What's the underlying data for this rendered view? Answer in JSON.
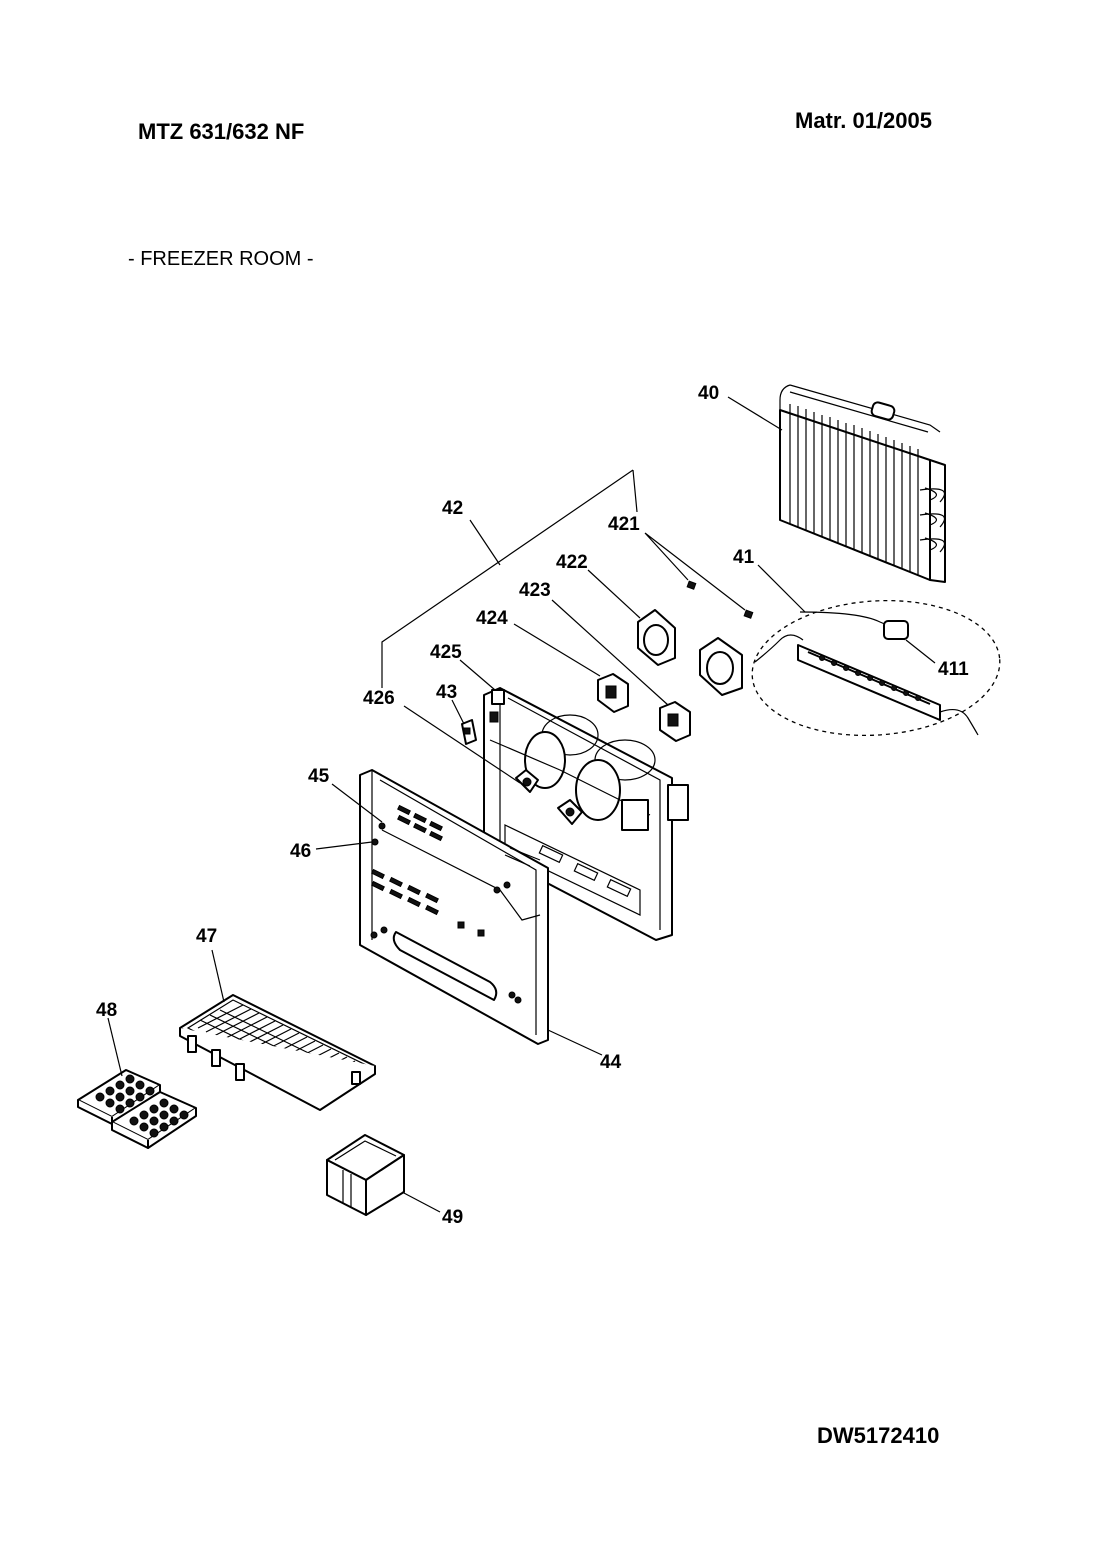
{
  "header": {
    "model": "MTZ 631/632 NF",
    "material": "Matr.  01/2005",
    "section": "- FREEZER ROOM -",
    "drawing_number": "DW5172410"
  },
  "callouts": {
    "c40": "40",
    "c41": "41",
    "c411": "411",
    "c42": "42",
    "c421": "421",
    "c422": "422",
    "c423": "423",
    "c424": "424",
    "c425": "425",
    "c426": "426",
    "c43": "43",
    "c44": "44",
    "c45": "45",
    "c46": "46",
    "c47": "47",
    "c48": "48",
    "c49": "49"
  }
}
